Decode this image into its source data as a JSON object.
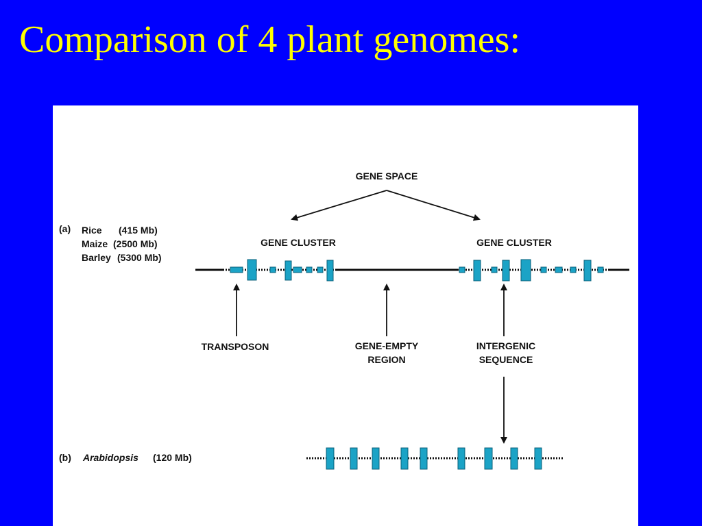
{
  "slide": {
    "title": "Comparison of 4 plant genomes:"
  },
  "figure": {
    "gene_space": "GENE SPACE",
    "panel_a": {
      "tag": "(a)",
      "species": [
        {
          "name": "Rice",
          "size": "(415 Mb)"
        },
        {
          "name": "Maize",
          "size": "(2500 Mb)"
        },
        {
          "name": "Barley",
          "size": "(5300 Mb)"
        }
      ],
      "cluster_left": "GENE CLUSTER",
      "cluster_right": "GENE CLUSTER",
      "callouts": {
        "transposon": "TRANSPOSON",
        "gene_empty_1": "GENE-EMPTY",
        "gene_empty_2": "REGION",
        "intergenic_1": "INTERGENIC",
        "intergenic_2": "SEQUENCE"
      }
    },
    "panel_b": {
      "tag": "(b)",
      "species": "Arabidopsis",
      "size": "(120 Mb)"
    },
    "colors": {
      "background": "#0000ff",
      "title": "#ffff00",
      "gene_fill": "#1ba3c6",
      "gene_stroke": "#0a5f78"
    }
  }
}
